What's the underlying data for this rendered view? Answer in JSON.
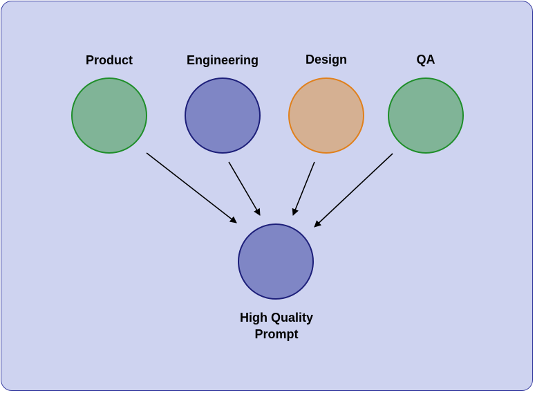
{
  "nodes": {
    "product": {
      "label": "Product",
      "fill": "#80b497",
      "stroke": "#1f8e2a"
    },
    "engineering": {
      "label": "Engineering",
      "fill": "#7f86c5",
      "stroke": "#1d1f7a"
    },
    "design": {
      "label": "Design",
      "fill": "#d5b092",
      "stroke": "#e0801c"
    },
    "qa": {
      "label": "QA",
      "fill": "#80b497",
      "stroke": "#1f8e2a"
    },
    "output": {
      "label": "High Quality Prompt",
      "fill": "#7f86c5",
      "stroke": "#1d1f7a"
    }
  },
  "colors": {
    "panel_background": "#ced3f0",
    "panel_border": "#3a3fa0",
    "arrow": "#000000"
  }
}
